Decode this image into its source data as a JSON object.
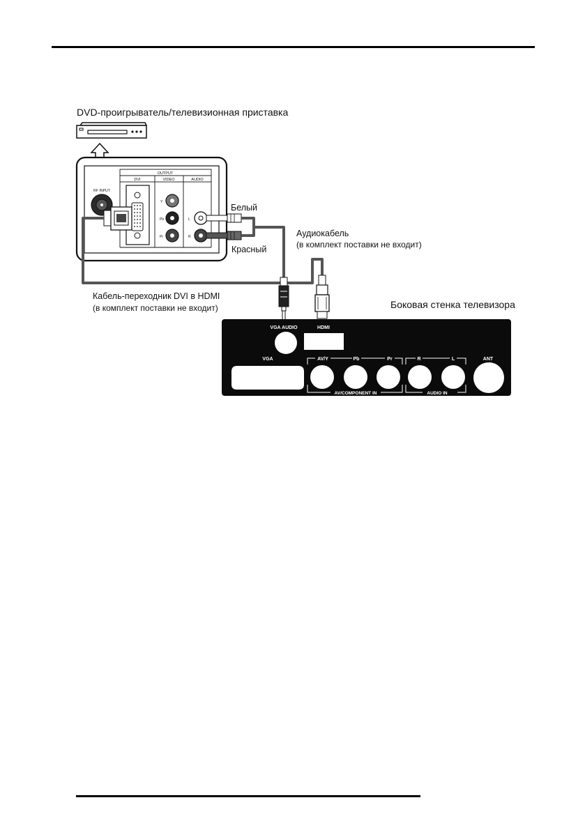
{
  "labels": {
    "source_device": "DVD-проигрыватель/телевизионная приставка",
    "white": "Белый",
    "red": "Красный",
    "audio_cable_line1": "Аудиокабель",
    "audio_cable_line2": "(в комплект поставки не входит)",
    "dvi_cable_line1": "Кабель-переходник DVI в HDMI",
    "dvi_cable_line2": "(в комплект поставки не входит)",
    "tv_side": "Боковая стенка телевизора"
  },
  "source_panel": {
    "output": "OUTPUT",
    "dvi": "DVI",
    "video": "VIDEO",
    "audio": "AUDIO",
    "rf_input": "RF INPUT",
    "jack_y": "Y",
    "jack_pb": "Pb",
    "jack_pr": "Pr",
    "jack_l": "L",
    "jack_r": "R"
  },
  "tv_panel": {
    "vga_audio": "VGA AUDIO",
    "hdmi": "HDMI",
    "vga": "VGA",
    "av_y": "AV/Y",
    "pb": "Pb",
    "pr": "Pr",
    "audio_r": "R",
    "audio_l": "L",
    "ant": "ANT",
    "av_component_in": "AV/COMPONENT IN",
    "audio_in": "AUDIO IN"
  },
  "colors": {
    "cable": "#555555",
    "panel": "#0b0b0b",
    "ink": "#111111"
  }
}
